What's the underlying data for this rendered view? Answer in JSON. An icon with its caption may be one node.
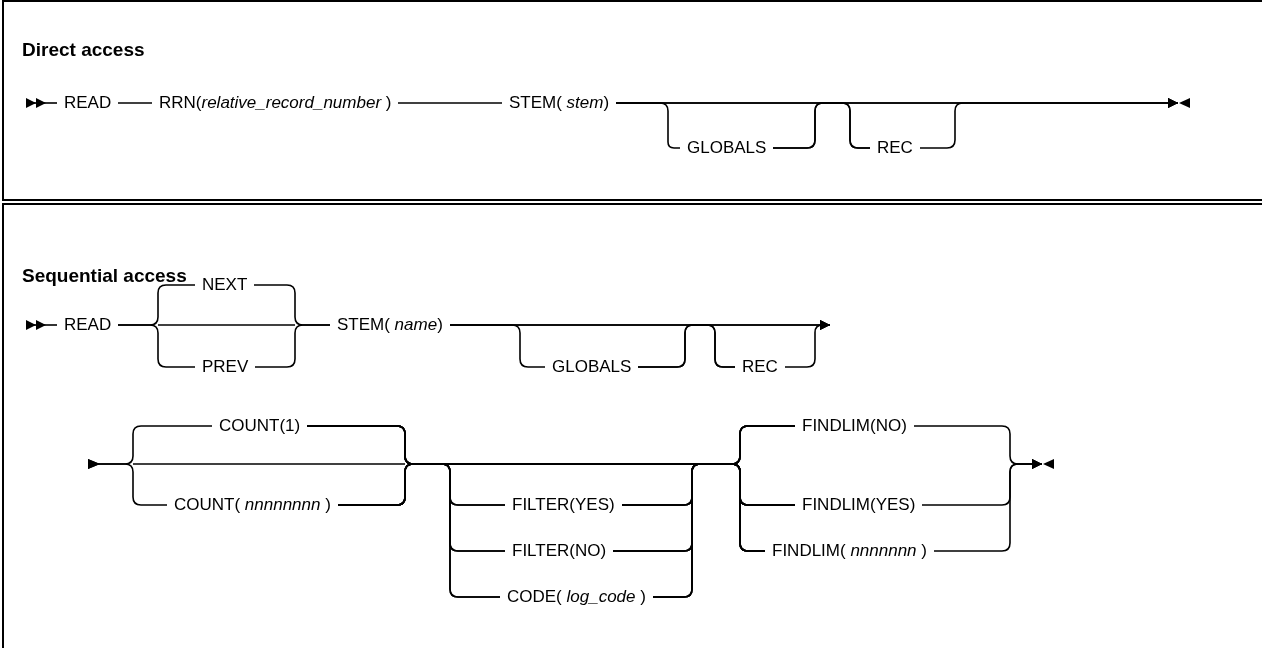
{
  "diagram": {
    "nodes": [
      {
        "text": [
          "Direct access"
        ]
      },
      {
        "text": [
          "READ"
        ],
        "in": 0
      },
      {
        "text": [
          "RRN(*relative_record_number* )"
        ],
        "in": 0
      },
      {
        "text": [
          "STEM( *stem*)"
        ],
        "in": 0
      },
      {
        "text": [
          "GLOBALS"
        ],
        "in": 0
      },
      {
        "text": [
          "REC"
        ],
        "in": 0
      },
      {
        "text": [
          "Sequential access"
        ]
      },
      {
        "text": [
          "READ"
        ],
        "in": 6
      },
      {
        "text": [
          "NEXT"
        ],
        "in": 6
      },
      {
        "text": [
          "PREV"
        ],
        "in": 6
      },
      {
        "text": [
          "STEM( *name*)"
        ],
        "in": 6
      },
      {
        "text": [
          "GLOBALS"
        ],
        "in": 6
      },
      {
        "text": [
          "REC"
        ],
        "in": 6
      },
      {
        "text": [
          "COUNT(1)"
        ],
        "in": 6
      },
      {
        "text": [
          "COUNT( *nnnnnnnn* )"
        ],
        "in": 6
      },
      {
        "text": [
          "FILTER(YES)"
        ],
        "in": 6
      },
      {
        "text": [
          "FILTER(NO)"
        ],
        "in": 6
      },
      {
        "text": [
          "CODE( *log_code* )"
        ],
        "in": 6
      },
      {
        "text": [
          "FINDLIM(NO)"
        ],
        "in": 6
      },
      {
        "text": [
          "FINDLIM(YES)"
        ],
        "in": 6
      },
      {
        "text": [
          "FINDLIM( *nnnnnnn* )"
        ],
        "in": 6
      }
    ],
    "edges": [
      {
        "from": null,
        "to": 1,
        "arrow": "other"
      },
      {
        "from": 1,
        "to": 2,
        "arrow": "none"
      },
      {
        "from": 2,
        "to": 3,
        "arrow": "none"
      },
      {
        "from": 3,
        "to": 4,
        "arrow": "none"
      },
      {
        "from": 3,
        "to": 5,
        "arrow": "none"
      },
      {
        "from": 3,
        "to": null,
        "arrow": "to"
      },
      {
        "from": 4,
        "to": 5,
        "arrow": "none"
      },
      {
        "from": 4,
        "to": null,
        "arrow": "to"
      },
      {
        "from": 5,
        "to": null,
        "arrow": "to"
      },
      {
        "from": null,
        "to": 7,
        "arrow": "other"
      },
      {
        "from": 7,
        "to": 8,
        "arrow": "none"
      },
      {
        "from": 7,
        "to": 9,
        "arrow": "none"
      },
      {
        "from": 8,
        "to": 10,
        "arrow": "none"
      },
      {
        "from": 9,
        "to": 10,
        "arrow": "none"
      },
      {
        "from": 10,
        "to": 11,
        "arrow": "none"
      },
      {
        "from": 10,
        "to": 12,
        "arrow": "none"
      },
      {
        "from": 10,
        "to": null,
        "arrow": "to"
      },
      {
        "from": 11,
        "to": 12,
        "arrow": "none"
      },
      {
        "from": 11,
        "to": null,
        "arrow": "to"
      },
      {
        "from": 12,
        "to": null,
        "arrow": "to"
      },
      {
        "from": null,
        "to": 13,
        "arrow": "other"
      },
      {
        "from": null,
        "to": 14,
        "arrow": "other"
      },
      {
        "from": 13,
        "to": 15,
        "arrow": "none"
      },
      {
        "from": 13,
        "to": 16,
        "arrow": "none"
      },
      {
        "from": 13,
        "to": 17,
        "arrow": "none"
      },
      {
        "from": 14,
        "to": 15,
        "arrow": "none"
      },
      {
        "from": 14,
        "to": 16,
        "arrow": "none"
      },
      {
        "from": 14,
        "to": 17,
        "arrow": "none"
      },
      {
        "from": 13,
        "to": 18,
        "arrow": "none"
      },
      {
        "from": 13,
        "to": 19,
        "arrow": "none"
      },
      {
        "from": 13,
        "to": 20,
        "arrow": "none"
      },
      {
        "from": 14,
        "to": 18,
        "arrow": "none"
      },
      {
        "from": 14,
        "to": 19,
        "arrow": "none"
      },
      {
        "from": 14,
        "to": 20,
        "arrow": "none"
      },
      {
        "from": 15,
        "to": 18,
        "arrow": "none"
      },
      {
        "from": 15,
        "to": 19,
        "arrow": "none"
      },
      {
        "from": 15,
        "to": 20,
        "arrow": "none"
      },
      {
        "from": 16,
        "to": 18,
        "arrow": "none"
      },
      {
        "from": 16,
        "to": 19,
        "arrow": "none"
      },
      {
        "from": 16,
        "to": 20,
        "arrow": "none"
      },
      {
        "from": 17,
        "to": 18,
        "arrow": "none"
      },
      {
        "from": 17,
        "to": 19,
        "arrow": "none"
      },
      {
        "from": 17,
        "to": 20,
        "arrow": "none"
      },
      {
        "from": 18,
        "to": null,
        "arrow": "to"
      },
      {
        "from": 19,
        "to": null,
        "arrow": "to"
      },
      {
        "from": 20,
        "to": null,
        "arrow": "to"
      }
    ]
  }
}
